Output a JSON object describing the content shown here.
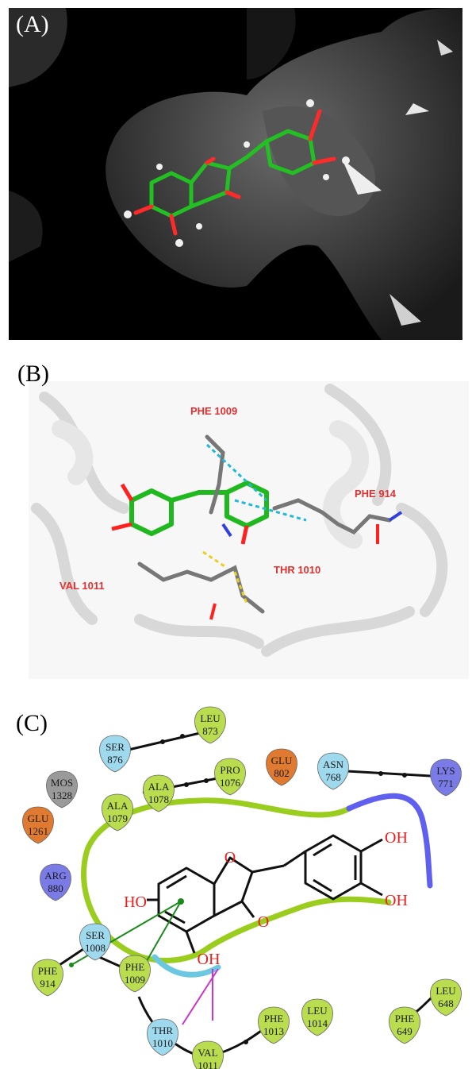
{
  "figure": {
    "panel_a": {
      "label": "(A)"
    },
    "panel_b": {
      "label": "(B)",
      "residues": {
        "phe1009": "PHE  1009",
        "phe914": "PHE  914",
        "val1011": "VAL  1011",
        "thr1010": "THR  1010"
      }
    },
    "panel_c": {
      "label": "(C)",
      "ligand_labels": {
        "oh_top": "OH",
        "oh_bottom": "OH",
        "ho_left": "HO",
        "o_ketone": "O",
        "oh_lower": "OH",
        "o_ring": "O"
      },
      "residues": [
        {
          "id": "leu873",
          "name": "LEU",
          "num": "873",
          "color": "#b9dd4f"
        },
        {
          "id": "ser876",
          "name": "SER",
          "num": "876",
          "color": "#9fd9ee"
        },
        {
          "id": "mos1328",
          "name": "MOS",
          "num": "1328",
          "color": "#9a9a9a"
        },
        {
          "id": "pro1076",
          "name": "PRO",
          "num": "1076",
          "color": "#b9dd4f"
        },
        {
          "id": "glu802",
          "name": "GLU",
          "num": "802",
          "color": "#e07a30"
        },
        {
          "id": "asn768",
          "name": "ASN",
          "num": "768",
          "color": "#9fd9ee"
        },
        {
          "id": "lys771",
          "name": "LYS",
          "num": "771",
          "color": "#7b7be8"
        },
        {
          "id": "ala1078",
          "name": "ALA",
          "num": "1078",
          "color": "#b9dd4f"
        },
        {
          "id": "ala1079",
          "name": "ALA",
          "num": "1079",
          "color": "#b9dd4f"
        },
        {
          "id": "glu1261",
          "name": "GLU",
          "num": "1261",
          "color": "#e07a30"
        },
        {
          "id": "arg880",
          "name": "ARG",
          "num": "880",
          "color": "#7b7be8"
        },
        {
          "id": "ser1008",
          "name": "SER",
          "num": "1008",
          "color": "#9fd9ee"
        },
        {
          "id": "phe914",
          "name": "PHE",
          "num": "914",
          "color": "#b9dd4f"
        },
        {
          "id": "phe1009",
          "name": "PHE",
          "num": "1009",
          "color": "#b9dd4f"
        },
        {
          "id": "thr1010",
          "name": "THR",
          "num": "1010",
          "color": "#9fd9ee"
        },
        {
          "id": "val1011",
          "name": "VAL",
          "num": "1011",
          "color": "#b9dd4f"
        },
        {
          "id": "phe1013",
          "name": "PHE",
          "num": "1013",
          "color": "#b9dd4f"
        },
        {
          "id": "leu1014",
          "name": "LEU",
          "num": "1014",
          "color": "#b9dd4f"
        },
        {
          "id": "phe649",
          "name": "PHE",
          "num": "649",
          "color": "#b9dd4f"
        },
        {
          "id": "leu648",
          "name": "LEU",
          "num": "648",
          "color": "#b9dd4f"
        }
      ]
    }
  }
}
